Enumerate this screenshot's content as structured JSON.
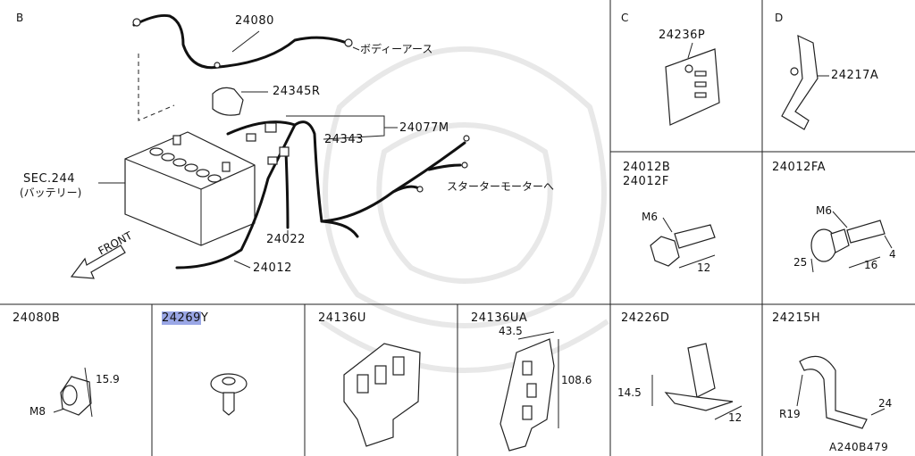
{
  "panels": {
    "B": {
      "letter": "B",
      "part_24080": "24080",
      "body_earth": "ボディーアース",
      "part_24345R": "24345R",
      "part_24077M": "24077M",
      "part_24343": "24343",
      "sec_line1": "SEC.244",
      "sec_line2": "(バッテリー)",
      "starter": "スターターモーターへ",
      "part_24022": "24022",
      "part_24012": "24012",
      "front": "FRONT"
    },
    "C": {
      "letter": "C",
      "part": "24236P"
    },
    "D": {
      "letter": "D",
      "part": "24217A"
    },
    "p24012B": {
      "line1": "24012B",
      "line2": "24012F",
      "bolt": "M6",
      "len": "12"
    },
    "p24012FA": {
      "title": "24012FA",
      "bolt": "M6",
      "d1": "25",
      "d2": "16",
      "d3": "4"
    },
    "p24080B": {
      "title": "24080B",
      "bolt": "M8",
      "dim": "15.9"
    },
    "p24269Y": {
      "title_hl": "24269",
      "title_rest": "Y"
    },
    "p24136U": {
      "title": "24136U"
    },
    "p24136UA": {
      "title": "24136UA",
      "w": "43.5",
      "h": "108.6"
    },
    "p24226D": {
      "title": "24226D",
      "h": "14.5",
      "w": "12"
    },
    "p24215H": {
      "title": "24215H",
      "r": "R19",
      "w": "24"
    }
  },
  "ref_code": "A240B479"
}
